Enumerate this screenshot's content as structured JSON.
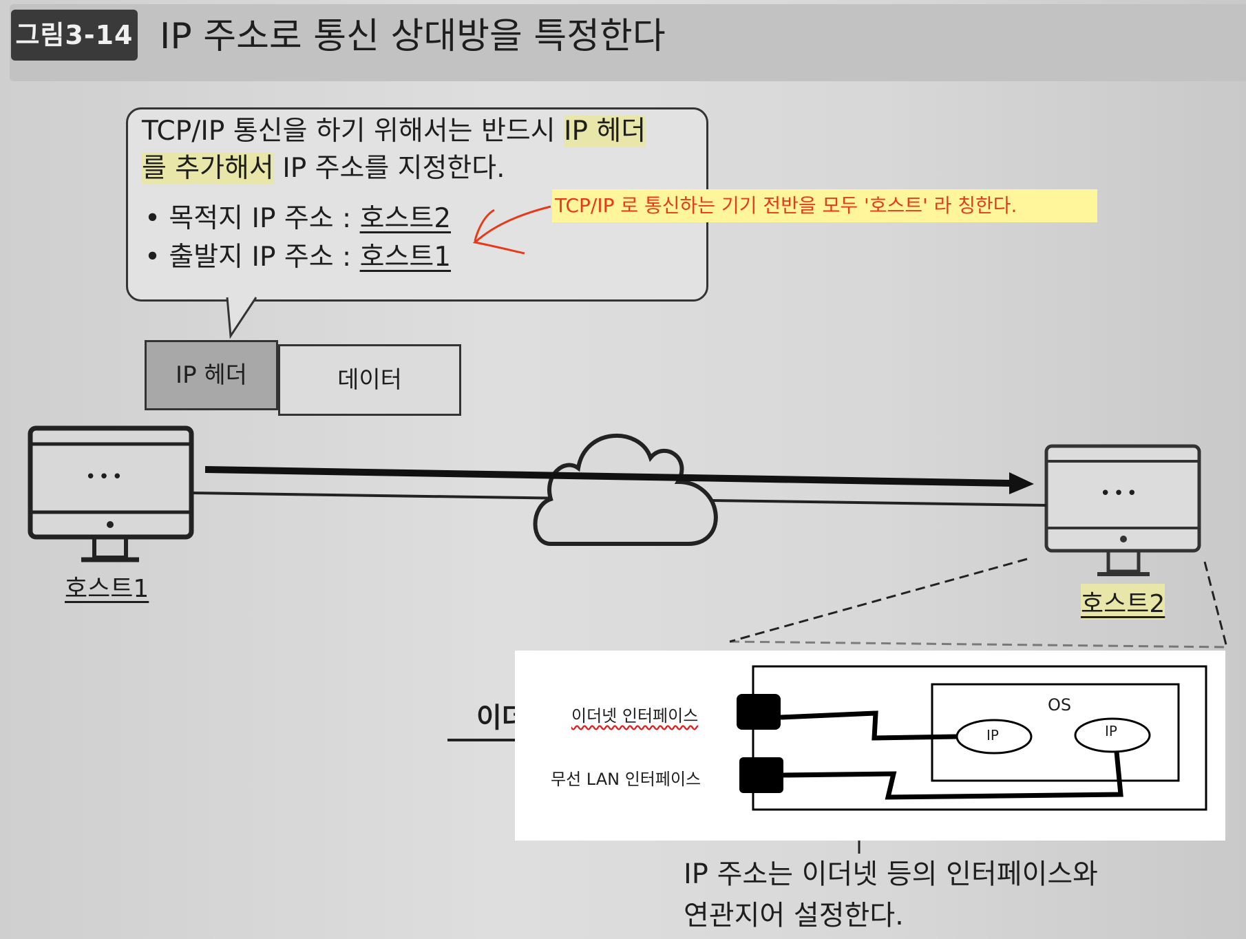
{
  "figure": {
    "tag": "그림3-14",
    "title": "IP 주소로 통신 상대방을 특정한다"
  },
  "bubble": {
    "line1_a": "TCP/IP 통신을 하기 위해서는 반드시 ",
    "line1_b": "IP 헤더",
    "line2_a": "를 추가해서",
    "line2_b": " IP 주소를 지정한다.",
    "bullet1_label": "• 목적지 IP 주소 : ",
    "bullet1_value": "호스트2",
    "bullet2_label": "• 출발지 IP 주소 : ",
    "bullet2_value": "호스트1"
  },
  "packet": {
    "header": "IP 헤더",
    "data": "데이터"
  },
  "hosts": {
    "host1": "호스트1",
    "host2": "호스트2",
    "screen_dots": "•••"
  },
  "annotation": {
    "text": "TCP/IP 로 통신하는 기기 전반을 모두 '호스트' 라 칭한다.",
    "color": "#e63a1b",
    "background": "#fff59a"
  },
  "inset": {
    "ethernet_label": "이더넷 인터페이스",
    "wireless_label": "무선 LAN 인터페이스",
    "os_label": "OS",
    "ip1": "IP",
    "ip2": "IP"
  },
  "partial_label": "이더",
  "caption": {
    "line1": "IP 주소는 이더넷 등의 인터페이스와",
    "line2": "연관지어 설정한다."
  }
}
